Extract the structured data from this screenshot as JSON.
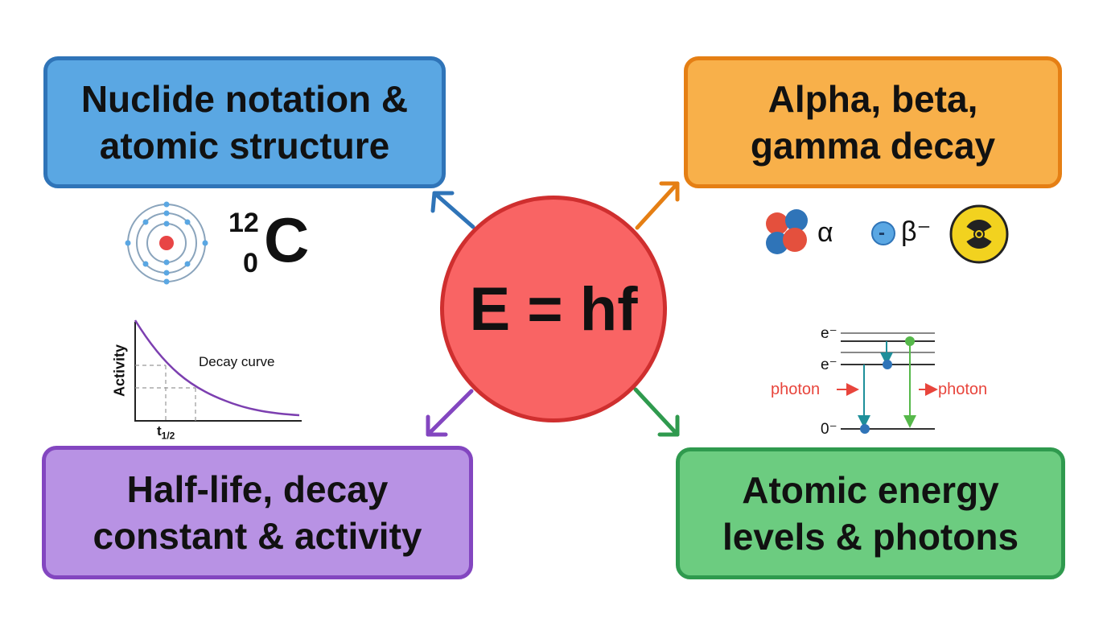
{
  "center": {
    "label": "E = hf",
    "fill": "#f96464",
    "stroke": "#cf2f2f"
  },
  "topics": {
    "top_left": {
      "lines": [
        "Nuclide notation &",
        "atomic structure"
      ],
      "fill": "#5aa7e3",
      "stroke": "#2f74b8"
    },
    "top_right": {
      "lines": [
        "Alpha, beta,",
        "gamma decay"
      ],
      "fill": "#f8b04a",
      "stroke": "#e57f14"
    },
    "bottom_left": {
      "lines": [
        "Half-life, decay",
        "constant & activity"
      ],
      "fill": "#b892e4",
      "stroke": "#8346c0"
    },
    "bottom_right": {
      "lines": [
        "Atomic energy",
        "levels & photons"
      ],
      "fill": "#6ccc80",
      "stroke": "#2f9a4e"
    }
  },
  "nuclide": {
    "mass_number": "12",
    "atomic_number": "0",
    "symbol": "C",
    "icon": "atom-icon"
  },
  "decay_types": {
    "alpha": "α",
    "beta": "β⁻",
    "beta_particle": "-",
    "icons": [
      "alpha-particle-icon",
      "beta-particle-icon",
      "radiation-symbol-icon"
    ]
  },
  "decay_curve": {
    "ylabel": "Activity",
    "title": "Decay curve",
    "xlabel_main": "t",
    "xlabel_sub": "1/2"
  },
  "energy_levels": {
    "level_upper": "e⁻",
    "level_middle": "e⁻",
    "level_ground": "0⁻",
    "photon_in": "photon",
    "photon_out": "photon"
  }
}
